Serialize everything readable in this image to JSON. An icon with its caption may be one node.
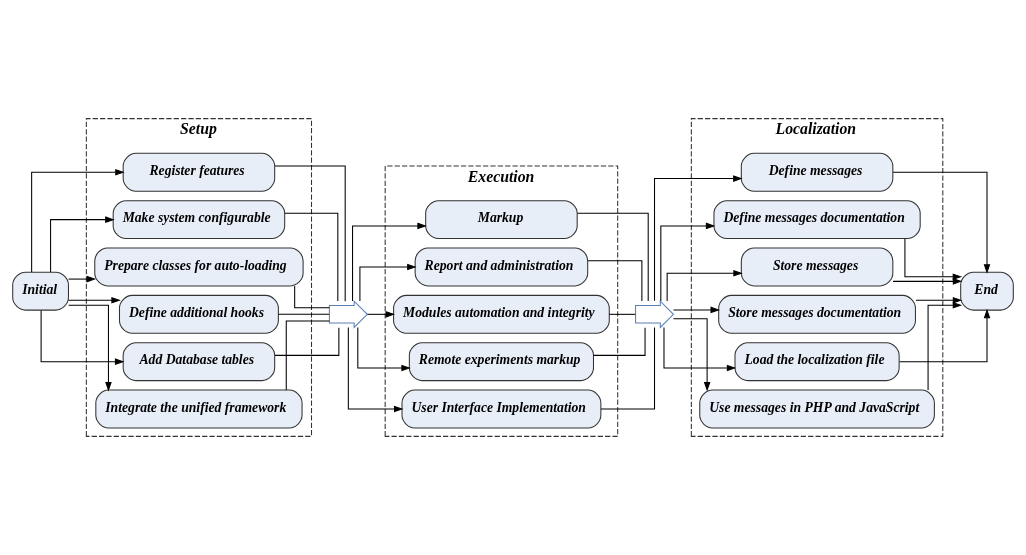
{
  "diagram": {
    "nodes": [
      {
        "text": [
          "Setup"
        ]
      },
      {
        "text": [
          "Execution"
        ]
      },
      {
        "text": [
          "Localization"
        ]
      },
      {
        "text": [
          "Initial"
        ]
      },
      {
        "text": [
          "Register features"
        ],
        "in": 0
      },
      {
        "text": [
          "Make system configurable"
        ],
        "in": 0
      },
      {
        "text": [
          "Prepare classes for auto-loading"
        ],
        "in": 0
      },
      {
        "text": [
          "Define additional hooks"
        ],
        "in": 0
      },
      {
        "text": [
          "Add Database tables"
        ],
        "in": 0
      },
      {
        "text": [
          "Integrate the unified framework"
        ],
        "in": 0
      },
      {
        "text": [],
        "shape": "arrow"
      },
      {
        "text": [
          "Markup"
        ],
        "in": 1
      },
      {
        "text": [
          "Report and administration"
        ],
        "in": 1
      },
      {
        "text": [
          "Modules automation and integrity"
        ],
        "in": 1
      },
      {
        "text": [
          "Remote experiments markup"
        ],
        "in": 1
      },
      {
        "text": [
          "User Interface Implementation"
        ],
        "in": 1
      },
      {
        "text": [],
        "shape": "arrow"
      },
      {
        "text": [
          "Define messages"
        ],
        "in": 2
      },
      {
        "text": [
          "Define messages documentation"
        ],
        "in": 2
      },
      {
        "text": [
          "Store messages"
        ],
        "in": 2
      },
      {
        "text": [
          "Store messages documentation"
        ],
        "in": 2
      },
      {
        "text": [
          "Load the localization file"
        ],
        "in": 2
      },
      {
        "text": [
          "Use messages in PHP and JavaScript"
        ],
        "in": 2
      },
      {
        "text": [
          "End"
        ]
      }
    ],
    "edges": [
      {
        "from": 3,
        "to": 4,
        "arrow": "to"
      },
      {
        "from": 3,
        "to": 5,
        "arrow": "to"
      },
      {
        "from": 3,
        "to": 6,
        "arrow": "to"
      },
      {
        "from": 3,
        "to": 7,
        "arrow": "to"
      },
      {
        "from": 3,
        "to": 8,
        "arrow": "to"
      },
      {
        "from": 3,
        "to": 9,
        "arrow": "to"
      },
      {
        "from": 4,
        "to": 10,
        "arrow": "none"
      },
      {
        "from": 5,
        "to": 10,
        "arrow": "none"
      },
      {
        "from": 6,
        "to": 10,
        "arrow": "none"
      },
      {
        "from": 7,
        "to": 10,
        "arrow": "none"
      },
      {
        "from": 8,
        "to": 10,
        "arrow": "none"
      },
      {
        "from": 9,
        "to": 10,
        "arrow": "none"
      },
      {
        "from": 10,
        "to": 11,
        "arrow": "to"
      },
      {
        "from": 10,
        "to": 12,
        "arrow": "to"
      },
      {
        "from": 10,
        "to": 13,
        "arrow": "to"
      },
      {
        "from": 10,
        "to": 14,
        "arrow": "to"
      },
      {
        "from": 10,
        "to": 15,
        "arrow": "to"
      },
      {
        "from": 11,
        "to": 16,
        "arrow": "none"
      },
      {
        "from": 12,
        "to": 16,
        "arrow": "none"
      },
      {
        "from": 13,
        "to": 16,
        "arrow": "none"
      },
      {
        "from": 14,
        "to": 16,
        "arrow": "none"
      },
      {
        "from": 15,
        "to": 16,
        "arrow": "none"
      },
      {
        "from": 16,
        "to": 17,
        "arrow": "to"
      },
      {
        "from": 16,
        "to": 18,
        "arrow": "to"
      },
      {
        "from": 16,
        "to": 19,
        "arrow": "to"
      },
      {
        "from": 16,
        "to": 20,
        "arrow": "to"
      },
      {
        "from": 16,
        "to": 21,
        "arrow": "to"
      },
      {
        "from": 16,
        "to": 22,
        "arrow": "to"
      },
      {
        "from": 17,
        "to": 23,
        "arrow": "to"
      },
      {
        "from": 18,
        "to": 23,
        "arrow": "to"
      },
      {
        "from": 19,
        "to": 23,
        "arrow": "to"
      },
      {
        "from": 20,
        "to": 23,
        "arrow": "to"
      },
      {
        "from": 21,
        "to": 23,
        "arrow": "to"
      },
      {
        "from": 22,
        "to": 23,
        "arrow": "to"
      }
    ]
  }
}
